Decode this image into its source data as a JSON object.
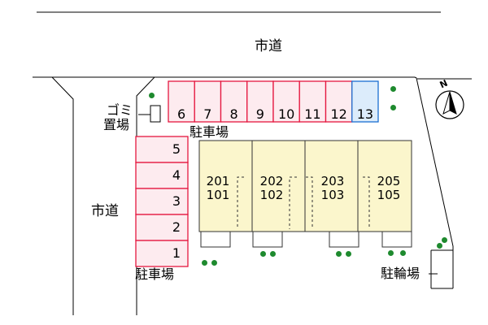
{
  "roads": {
    "north_label": "市道",
    "west_label": "市道"
  },
  "garbage_area": {
    "label_top": "ゴミ",
    "label_bottom": "置場"
  },
  "parking_top": {
    "label": "駐車場",
    "spaces": [
      {
        "number": "6",
        "highlighted": false
      },
      {
        "number": "7",
        "highlighted": false
      },
      {
        "number": "8",
        "highlighted": false
      },
      {
        "number": "9",
        "highlighted": false
      },
      {
        "number": "10",
        "highlighted": false
      },
      {
        "number": "11",
        "highlighted": false
      },
      {
        "number": "12",
        "highlighted": false
      },
      {
        "number": "13",
        "highlighted": true
      }
    ]
  },
  "parking_left": {
    "label": "駐車場",
    "spaces": [
      "5",
      "4",
      "3",
      "2",
      "1"
    ]
  },
  "units": [
    {
      "upper": "201",
      "lower": "101"
    },
    {
      "upper": "202",
      "lower": "102"
    },
    {
      "upper": "203",
      "lower": "103"
    },
    {
      "upper": "205",
      "lower": "105"
    }
  ],
  "bicycle_parking": {
    "label": "駐輪場"
  },
  "compass": {
    "north_label": "N",
    "icon": "north-arrow-icon"
  },
  "colors": {
    "parking_line": "#e5173f",
    "parking_fill": "#fdebef",
    "highlight_line": "#1b6fd1",
    "highlight_fill": "#dcecfb",
    "building_fill": "#fbf6cc",
    "tree": "#1e8a2e"
  }
}
